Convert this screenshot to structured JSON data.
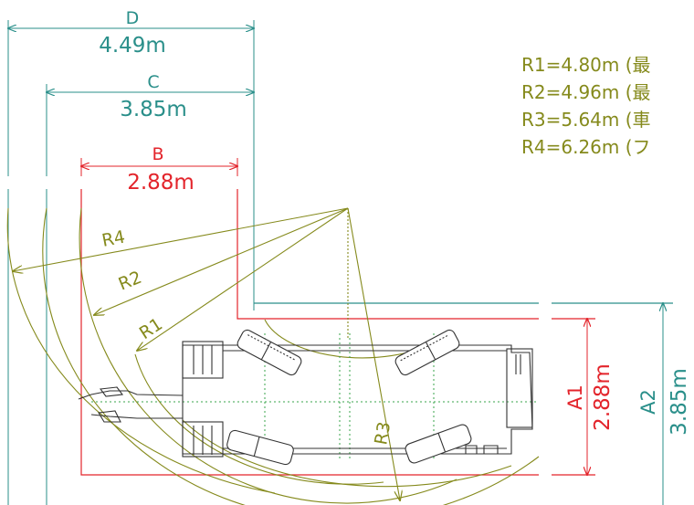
{
  "colors": {
    "teal": "#2a8f8a",
    "red": "#e3242b",
    "olive": "#858a1c",
    "green_dotted": "#3aa64b",
    "truck": "#333333"
  },
  "dimensions": {
    "D": {
      "letter": "D",
      "value": "4.49m"
    },
    "C": {
      "letter": "C",
      "value": "3.85m"
    },
    "B": {
      "letter": "B",
      "value": "2.88m"
    },
    "A1": {
      "letter": "A1",
      "value": "2.88m"
    },
    "A2": {
      "letter": "A2",
      "value": "3.85m"
    }
  },
  "legend": [
    "R1=4.80m (最",
    "R2=4.96m (最",
    "R3=5.64m (車",
    "R4=6.26m (フ"
  ],
  "radii": {
    "R1": "R1",
    "R2": "R2",
    "R3": "R3",
    "R4": "R4"
  }
}
